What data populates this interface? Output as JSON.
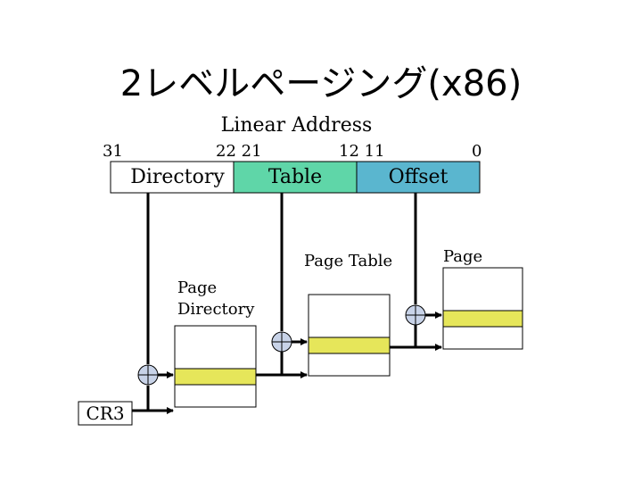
{
  "title": "2レベルページング(x86)",
  "linear_address": {
    "label": "Linear Address",
    "bits": {
      "b31": "31",
      "b22_21": "22 21",
      "b12_11": "12 11",
      "b0": "0"
    },
    "fields": [
      {
        "name": "Directory",
        "color": "#ffffff"
      },
      {
        "name": "Table",
        "color": "#5fd6a8"
      },
      {
        "name": "Offset",
        "color": "#5ab6cf"
      }
    ]
  },
  "labels": {
    "page_table": "Page Table",
    "page": "Page",
    "page_directory_line1": "Page",
    "page_directory_line2": "Directory",
    "cr3": "CR3"
  },
  "colors": {
    "entry_highlight": "#e6e65a",
    "line": "#000000"
  },
  "icons": {
    "adder": "circled-plus-icon",
    "arrow": "arrow-head-icon"
  }
}
